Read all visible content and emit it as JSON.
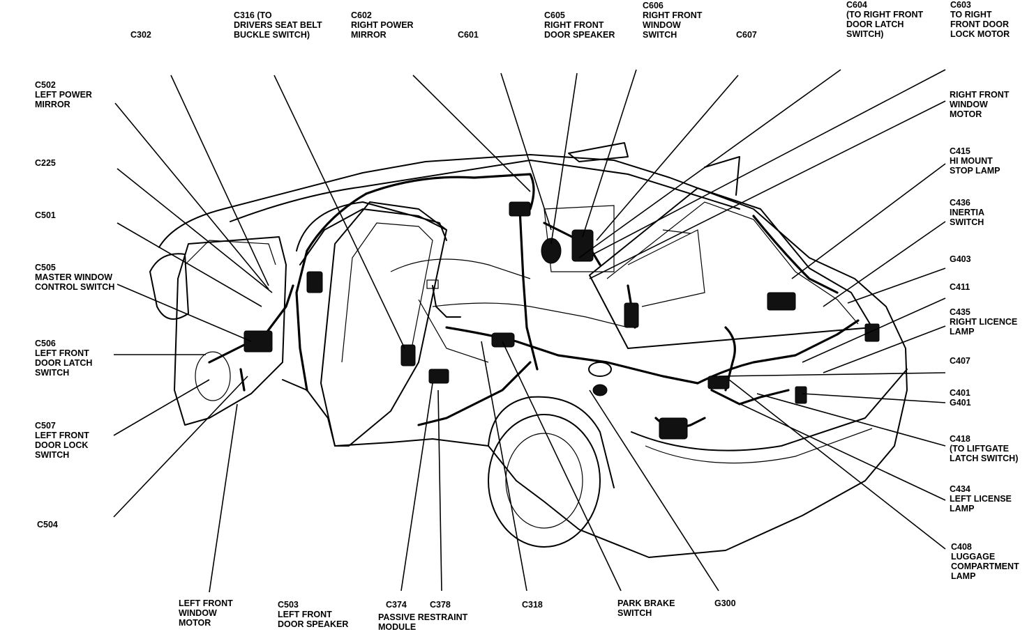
{
  "diagram": {
    "labels": {
      "c302": [
        "C302"
      ],
      "c316": [
        "C316 (TO",
        "DRIVERS SEAT BELT",
        "BUCKLE SWITCH)"
      ],
      "c602": [
        "C602",
        "RIGHT POWER",
        "MIRROR"
      ],
      "c601": [
        "C601"
      ],
      "c605": [
        "C605",
        "RIGHT FRONT",
        "DOOR SPEAKER"
      ],
      "c606": [
        "C606",
        "RIGHT FRONT",
        "WINDOW",
        "SWITCH"
      ],
      "c607": [
        "C607"
      ],
      "c604": [
        "C604",
        "(TO RIGHT FRONT",
        "DOOR LATCH",
        "SWITCH)"
      ],
      "c603": [
        "C603",
        "TO RIGHT",
        "FRONT DOOR",
        "LOCK MOTOR"
      ],
      "c502": [
        "C502",
        "LEFT POWER",
        "MIRROR"
      ],
      "c225": [
        "C225"
      ],
      "c501": [
        "C501"
      ],
      "c505": [
        "C505",
        "MASTER WINDOW",
        "CONTROL SWITCH"
      ],
      "c506": [
        "C506",
        "LEFT FRONT",
        "DOOR LATCH",
        "SWITCH"
      ],
      "c507": [
        "C507",
        "LEFT FRONT",
        "DOOR LOCK",
        "SWITCH"
      ],
      "c504": [
        "C504"
      ],
      "right_front_window_motor": [
        "RIGHT FRONT",
        "WINDOW",
        "MOTOR"
      ],
      "c415": [
        "C415",
        "HI MOUNT",
        "STOP LAMP"
      ],
      "c436": [
        "C436",
        "INERTIA",
        "SWITCH"
      ],
      "g403": [
        "G403"
      ],
      "c411": [
        "C411"
      ],
      "c435": [
        "C435",
        "RIGHT LICENCE",
        "LAMP"
      ],
      "c407": [
        "C407"
      ],
      "c401": [
        "C401",
        "G401"
      ],
      "c418": [
        "C418",
        "(TO LIFTGATE",
        "LATCH SWITCH)"
      ],
      "c434": [
        "C434",
        "LEFT LICENSE",
        "LAMP"
      ],
      "c408": [
        "C408",
        "LUGGAGE",
        "COMPARTMENT",
        "LAMP"
      ],
      "left_front_window_motor": [
        "LEFT FRONT",
        "WINDOW",
        "MOTOR"
      ],
      "c503": [
        "C503",
        "LEFT FRONT",
        "DOOR SPEAKER"
      ],
      "c374": [
        "C374",
        "PASSIVE RESTRAINT",
        "MODULE"
      ],
      "c378": [
        "C378"
      ],
      "c318": [
        "C318"
      ],
      "park_brake_switch": [
        "PARK BRAKE",
        "SWITCH"
      ],
      "g300": [
        "G300"
      ]
    }
  }
}
